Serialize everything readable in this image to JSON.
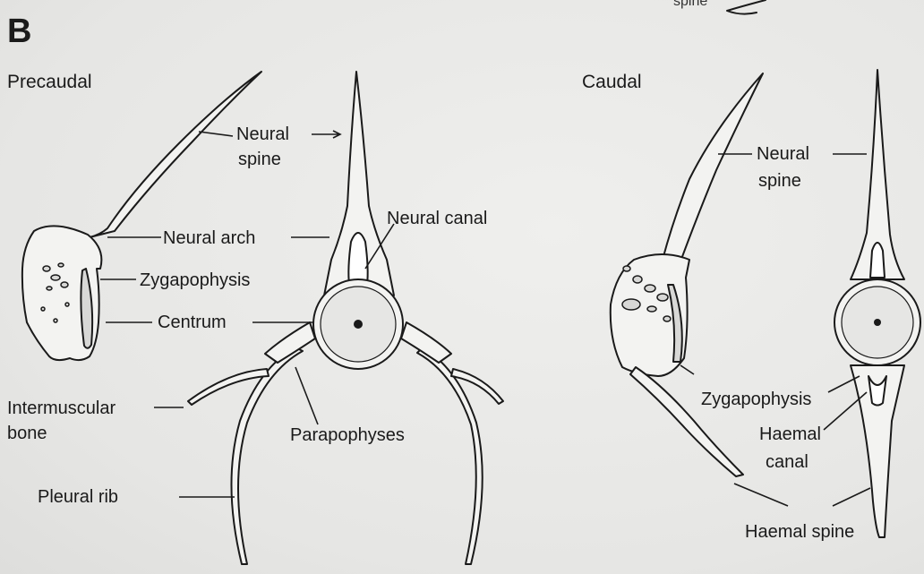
{
  "panel_letter": "B",
  "top_fragment": "spine",
  "sections": {
    "precaudal": "Precaudal",
    "caudal": "Caudal"
  },
  "labels": {
    "neural_spine_left_l1": "Neural",
    "neural_spine_left_l2": "spine",
    "neural_arch": "Neural arch",
    "zygapophysis_left": "Zygapophysis",
    "centrum": "Centrum",
    "neural_canal": "Neural canal",
    "intermuscular_l1": "Intermuscular",
    "intermuscular_l2": "bone",
    "parapophyses": "Parapophyses",
    "pleural_rib": "Pleural rib",
    "neural_spine_right_l1": "Neural",
    "neural_spine_right_l2": "spine",
    "zygapophysis_right": "Zygapophysis",
    "haemal_canal_l1": "Haemal",
    "haemal_canal_l2": "canal",
    "haemal_spine": "Haemal spine"
  },
  "colors": {
    "ink": "#1a1a1a",
    "bone_fill": "#f3f3f1",
    "background": "#e9e9e7"
  }
}
